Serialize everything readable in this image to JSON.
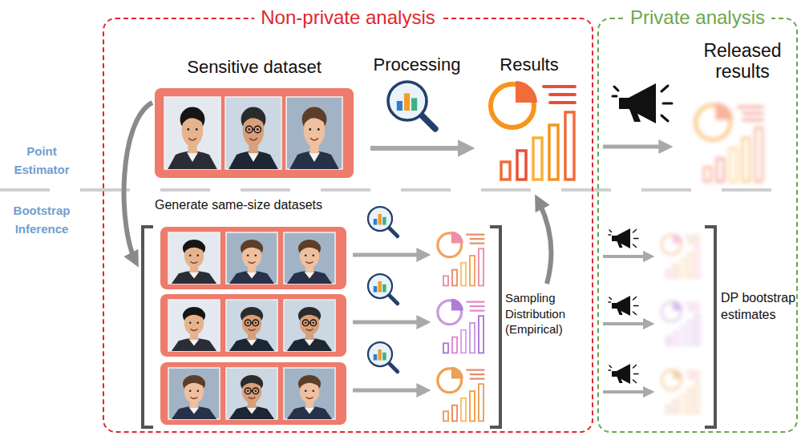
{
  "diagram": {
    "nodes": [
      {
        "text": [
          "Non-private analysis"
        ]
      },
      {
        "text": [
          "Private analysis"
        ]
      },
      {
        "text": [
          "Sensitive dataset"
        ],
        "in": 0
      }
    ],
    "labels": [
      "Processing",
      "Results",
      "Released results",
      "Point Estimator",
      "Bootstrap Inference",
      "Generate same-size datasets",
      "Sampling Distribution (Empirical)",
      "DP bootstrap estimates"
    ]
  }
}
